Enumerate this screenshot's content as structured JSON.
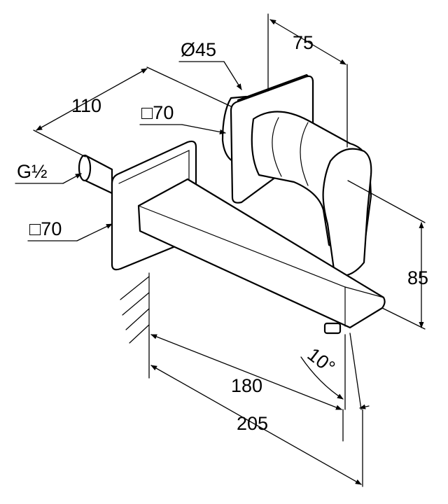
{
  "diagram": {
    "dimensions": {
      "top_width": "75",
      "handle_diameter": "Ø45",
      "depth_to_plate": "110",
      "plate_upper": "□70",
      "thread": "G½",
      "plate_lower": "□70",
      "height": "85",
      "angle": "10°",
      "spout_projection": "180",
      "overall_projection": "205"
    }
  }
}
